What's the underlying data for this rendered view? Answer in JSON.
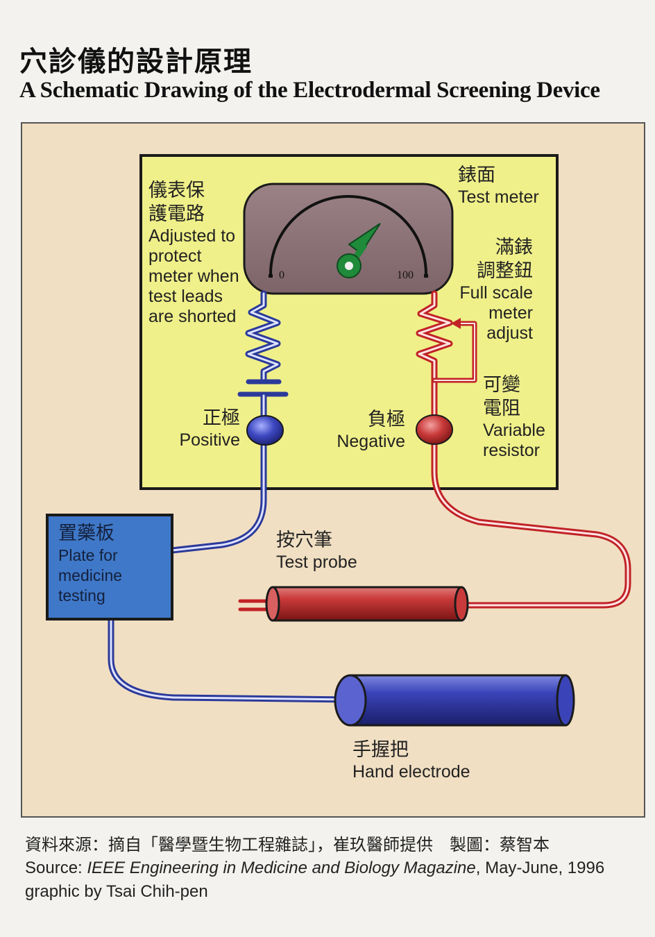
{
  "title": {
    "zh": "穴診儀的設計原理",
    "en": "A Schematic Drawing of the Electrodermal Screening Device"
  },
  "meter": {
    "scale_min": "0",
    "scale_max": "100"
  },
  "labels": {
    "protect": {
      "zh": "儀表保\n護電路",
      "en": "Adjusted to\nprotect\nmeter when\ntest leads\nare shorted"
    },
    "test_meter": {
      "zh": "錶面",
      "en": "Test meter"
    },
    "full_scale": {
      "zh": "滿錶\n調整鈕",
      "en": "Full scale\nmeter\nadjust"
    },
    "variable_resistor": {
      "zh": "可變\n電阻",
      "en": "Variable\nresistor"
    },
    "positive": {
      "zh": "正極",
      "en": "Positive"
    },
    "negative": {
      "zh": "負極",
      "en": "Negative"
    },
    "plate": {
      "zh": "置藥板",
      "en": "Plate for\nmedicine\ntesting"
    },
    "test_probe": {
      "zh": "按穴筆",
      "en": "Test probe"
    },
    "hand_electrode": {
      "zh": "手握把",
      "en": "Hand electrode"
    }
  },
  "footer": {
    "zh": "資料來源：摘自「醫學暨生物工程雜誌」，崔玖醫師提供　製圖：蔡智本",
    "source_prefix": "Source: ",
    "source_title": "IEEE Engineering in Medicine and Biology Magazine",
    "source_suffix": ", May-June, 1996",
    "credit": "graphic by Tsai Chih-pen"
  },
  "colors": {
    "panel": "#f0f08a",
    "frame": "#f1dfc3",
    "meter_face": "#8a6e72",
    "blue_wire": "#2b3a9a",
    "red_wire": "#c02226",
    "plate": "#3f78c8",
    "needle": "#1f8a3a"
  }
}
